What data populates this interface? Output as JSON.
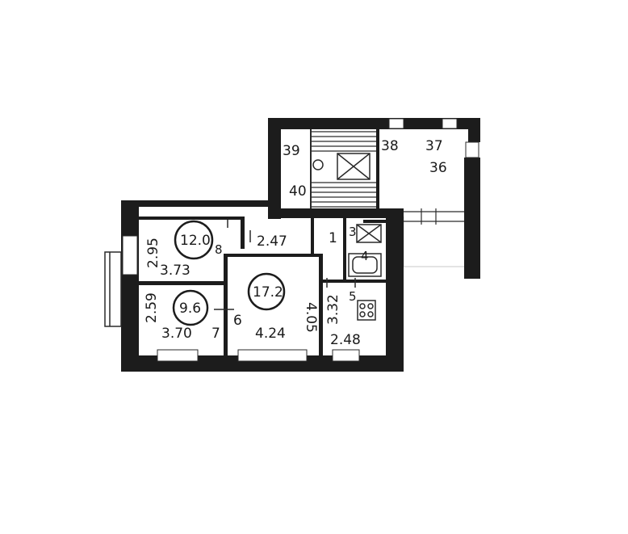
{
  "plan": {
    "colors": {
      "wall": "#1c1c1c",
      "line": "#2a2a2a",
      "paper": "#ffffff",
      "hatch": "#555555"
    },
    "room_numbers": [
      "39",
      "38",
      "37",
      "36",
      "40",
      "1",
      "3",
      "4",
      "5",
      "6",
      "7",
      "8"
    ],
    "room_areas": [
      "12.0",
      "9.6",
      "17.2"
    ],
    "dimensions": [
      "2.95",
      "3.73",
      "2.59",
      "3.70",
      "2.47",
      "4.05",
      "4.24",
      "3.32",
      "2.48"
    ],
    "fixtures": [
      "stair",
      "elevator-shaft",
      "stove",
      "bathtub",
      "sink"
    ]
  }
}
